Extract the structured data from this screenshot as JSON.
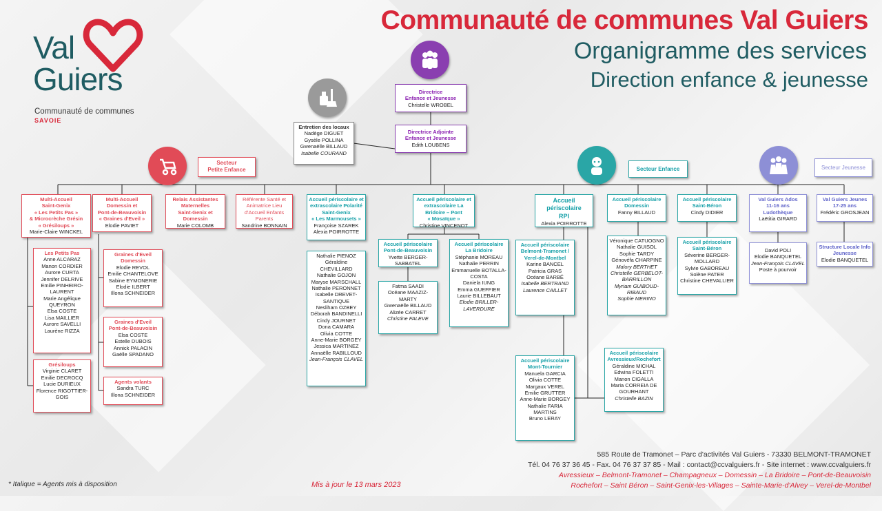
{
  "header": {
    "title": "Communauté de communes Val Guiers",
    "subtitle": "Organigramme des services",
    "subsubtitle": "Direction enfance & jeunesse"
  },
  "logo": {
    "line1": "Val",
    "line2": "Guiers",
    "tag": "Communauté de communes",
    "region": "SAVOIE"
  },
  "colors": {
    "red": "#e14b57",
    "teal": "#2aa6a6",
    "purple": "#8a3fb0",
    "lavender": "#8d8fd6",
    "title_red": "#d8283a",
    "title_teal": "#1f5c62"
  },
  "icons": [
    "people-group-icon",
    "cleaning-icon",
    "baby-stroller-icon",
    "child-icon",
    "teen-group-icon"
  ],
  "direction": {
    "title": "Directrice\nEnfance et Jeunesse",
    "name": "Christelle WROBEL"
  },
  "adjointe": {
    "title": "Directrice Adjointe\nEnfance et Jeunesse",
    "name": "Edith LOUBENS"
  },
  "entretien": {
    "title": "Entretien des locaux",
    "names": [
      "Nadège DIGUET",
      "Gysèle POLLINA",
      "Gwenaëlle BILLAUD"
    ],
    "italic": "Isabelle COURAND"
  },
  "sectors": {
    "petite_enfance": "Secteur\nPetite Enfance",
    "enfance": "Secteur Enfance",
    "jeunesse": "Secteur Jeunesse"
  },
  "petite_enfance": {
    "ma_sgenix": {
      "title": "Multi-Accueil\nSaint-Genix\n« Les Petits Pas »\n& Microcrèche Grésin\n« Grésiloups »",
      "name": "Marie-Claire WINCKEL"
    },
    "petits_pas": {
      "title": "Les Petits Pas",
      "names": [
        "Anne ALCARAZ",
        "Manon CORDIER",
        "Aurore CURTA",
        "Jennifer DELRIVE",
        "Emilie PINHEIRO-LAURENT",
        "Marie Angélique QUEYRON",
        "Elsa COSTE",
        "Lisa MAILLIER",
        "Aurore SAVELLI",
        "Laurène RIZZA"
      ]
    },
    "gresiloups": {
      "title": "Grésiloups",
      "names": [
        "Virginie CLARET",
        "Emilie DECROCQ",
        "Lucie DURIEUX",
        "Florence RIGOTTIER-GOIS"
      ]
    },
    "ma_domessin": {
      "title": "Multi-Accueil\nDomessin et\nPont-de-Beauvoisin\n« Graines d'Eveil »",
      "name": "Elodie PAVIET"
    },
    "graines_domessin": {
      "title": "Graines d'Eveil\nDomessin",
      "names": [
        "Elodie REVOL",
        "Emilie CHANTELOVE",
        "Sabine EYMONERIE",
        "Elodie ILBERT",
        "Illona SCHNEIDER"
      ]
    },
    "graines_pdb": {
      "title": "Graines d'Eveil\nPont-de-Beauvoisin",
      "names": [
        "Elsa COSTE",
        "Estelle DUBOIS",
        "Annick PALACIN",
        "Gaëlle SPADANO"
      ]
    },
    "volants": {
      "title": "Agents volants",
      "names": [
        "Sandra TURC",
        "Illona SCHNEIDER"
      ]
    },
    "ram": {
      "title": "Relais Assistantes\nMaternelles\nSaint-Genix et\nDomessin",
      "name": "Marie COLOMB"
    },
    "referente": {
      "title": "Référente Santé et\nAnimatrice Lieu\nd'Accueil Enfants\nParents",
      "name": "Sandrine BONNAIN"
    }
  },
  "enfance": {
    "sgenix": {
      "title": "Accueil périscolaire et\nextrascolaire Polarité\nSaint-Genix\n« Les Marmousets »",
      "names": [
        "Françoise SZAREK",
        "Alexia POIRROTTE"
      ]
    },
    "sgenix_staff": {
      "names": [
        "Nathalie PIENOZ",
        "Géraldine CHEVILLARD",
        "Nathalie GOJON",
        "Maryse MARSCHALL",
        "Nathalie PERONNET",
        "Isabelle DREVET-SANTIQUE",
        "Nesliham OZBEY",
        "Déborah BANDINELLI",
        "Cindy JOURNET",
        "Dona CAMARA",
        "Olivia COTTE",
        "Anne-Marie BORGEY",
        "Jessica MARTINEZ",
        "Annaëlle RABILLOUD"
      ],
      "italic": "Jean-François CLAVEL"
    },
    "bridoire": {
      "title": "Accueil périscolaire et\nextrascolaire La\nBridoire – Pont\n« Mosaïque »",
      "name": "Christine VINCENOT"
    },
    "pdb": {
      "title": "Accueil périscolaire\nPont-de-Beauvoisin",
      "name": "Yvette BERGER-SABBATEL"
    },
    "pdb_staff": {
      "names": [
        "Fatma SAADI",
        "Océane MAAZIZ-MARTY",
        "Gwenaëlle BILLAUD",
        "Alizée CARRET"
      ],
      "italic": "Christine FALEVE"
    },
    "labridoire": {
      "title": "Accueil périscolaire\nLa Bridoire",
      "names": [
        "Stéphanie MOREAU",
        "Nathalie PERRIN",
        "Emmanuelle BOTALLA-COSTA",
        "Daniela IUNG",
        "Emma GUEFFIER",
        "Laurie BILLEBAUT"
      ],
      "italic": "Elodie BRILLER-LAVERDURE"
    },
    "rpi": {
      "title": "Accueil\npériscolaire\nRPI",
      "name": "Alexia POIRROTTE"
    },
    "belmont": {
      "title": "Accueil périscolaire\nBelmont-Tramonet /\nVerel-de-Montbel",
      "names": [
        "Karine BANCEL",
        "Patricia GRAS",
        "Océane BARBÉ"
      ],
      "italics": [
        "Isabelle BERTRAND",
        "Laurence CAILLET"
      ]
    },
    "mont_tournier": {
      "title": "Accueil périscolaire\nMont-Tournier",
      "names": [
        "Manuela GARCIA",
        "Olivia COTTE",
        "Margaux VEREL",
        "Emilie GRUTTER",
        "Anne-Marie BORGEY",
        "Nathalie FARIA MARTINS",
        "Bruno LERAY"
      ]
    },
    "avressieux": {
      "title": "Accueil périscolaire\nAvressieux/Rochefort",
      "names": [
        "Géraldine MICHAL",
        "Edwina FOLETTI",
        "Manon CIGALLA",
        "Maria CORREIA DE GOURHANT"
      ],
      "italic": "Christelle BAZIN"
    },
    "domessin": {
      "title": "Accueil périscolaire\nDomessin",
      "name": "Fanny BILLAUD"
    },
    "domessin_staff": {
      "names": [
        "Véronique CATUOGNO",
        "Nathalie GUISOL",
        "Sophie TARDY",
        "Génovéfa CHARPINE"
      ],
      "italics": [
        "Malory BERTHET",
        "Christelle GERBELOT-BARRILLON",
        "Myriam GUIBOUD-RIBAUD",
        "Sophie MERINO"
      ]
    },
    "sberon": {
      "title": "Accueil périscolaire\nSaint-Béron",
      "name": "Cindy DIDIER"
    },
    "sberon2": {
      "title": "Accueil périscolaire\nSaint-Béron",
      "names": [
        "Séverine BERGER-MOLLARD",
        "Sylvie GABOREAU",
        "Solène PATER",
        "Christine CHEVALLIER"
      ]
    }
  },
  "jeunesse": {
    "ados": {
      "title": "Val Guiers Ados\n11-16 ans\nLudothèque",
      "name": "Laëtitia GIRARD"
    },
    "ados_staff": {
      "names": [
        "David POLI",
        "Elodie BANQUETEL"
      ],
      "italic": "Jean-François CLAVEL",
      "extra": "Poste à pourvoir"
    },
    "jeunes": {
      "title": "Val Guiers Jeunes\n17-25 ans",
      "name": "Frédéric GROSJEAN"
    },
    "structure": {
      "title": "Structure Locale Info\nJeunesse",
      "name": "Elodie BANQUETEL"
    }
  },
  "footer": {
    "address": "585 Route de Tramonet – Parc d'activités Val Guiers - 73330 BELMONT-TRAMONET",
    "contact": "Tél. 04 76 37 36 45  -  Fax. 04 76 37 37 85  -  Mail : contact@ccvalguiers.fr  -  Site internet : www.ccvalguiers.fr",
    "communes1": "Avressieux – Belmont-Tramonet – Champagneux – Domessin – La Bridoire – Pont-de-Beauvoisin",
    "communes2": "Rochefort – Saint Béron – Saint-Genix-les-Villages – Sainte-Marie-d'Alvey – Verel-de-Montbel",
    "note": "* Italique = Agents mis à disposition",
    "updated": "Mis à jour le 13 mars 2023"
  }
}
